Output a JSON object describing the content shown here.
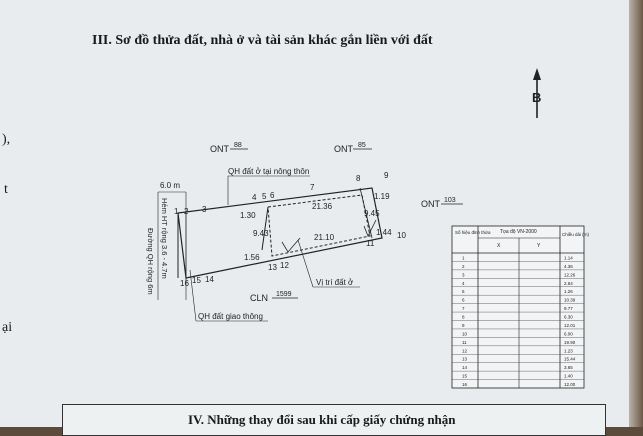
{
  "section3_title": "III. Sơ đồ thửa đất, nhà ở và tài sản khác gắn liền với đất",
  "section4_title": "IV. Những thay đổi sau khi cấp giấy chứng nhận",
  "margin_fragments": [
    "),",
    "t",
    "ại"
  ],
  "north_label": "B",
  "labels": {
    "ont88_prefix": "ONT",
    "ont88_num": "88",
    "ont85_prefix": "ONT",
    "ont85_num": "85",
    "ont103_prefix": "ONT",
    "ont103_num": "103",
    "cln_prefix": "CLN",
    "cln_num": "1599",
    "qh_rural": "QH đất ở tại nông thôn",
    "qh_traffic": "QH đất giao thông",
    "house_pos": "Vị trí đất ở",
    "width_label": "6.0 m",
    "alley": "Hẻm HT rộng 3.6 - 4.7m",
    "road": "Đường QH rộng 6m"
  },
  "dimensions": [
    "1.30",
    "9.43",
    "21.36",
    "1.19",
    "9.45",
    "21.10",
    "1.44",
    "1.56"
  ],
  "points": [
    "1",
    "2",
    "3",
    "4",
    "5",
    "6",
    "7",
    "8",
    "9",
    "10",
    "11",
    "12",
    "13",
    "14",
    "15",
    "16"
  ],
  "table": {
    "headers": [
      "Số hiệu đỉnh thửa",
      "Tọa độ VN-2000",
      "X",
      "Y",
      "Chiều dài (m)"
    ],
    "rows": [
      [
        "1",
        "",
        "",
        "1.14"
      ],
      [
        "2",
        "",
        "",
        "4.36"
      ],
      [
        "3",
        "",
        "",
        "12.26"
      ],
      [
        "4",
        "",
        "",
        "2.64"
      ],
      [
        "5",
        "",
        "",
        "1.26"
      ],
      [
        "6",
        "",
        "",
        "10.39"
      ],
      [
        "7",
        "",
        "",
        "9.77"
      ],
      [
        "8",
        "",
        "",
        "6.30"
      ],
      [
        "9",
        "",
        "",
        "12.01"
      ],
      [
        "10",
        "",
        "",
        "6.00"
      ],
      [
        "11",
        "",
        "",
        "19.90"
      ],
      [
        "12",
        "",
        "",
        "1.23"
      ],
      [
        "13",
        "",
        "",
        "15.44"
      ],
      [
        "14",
        "",
        "",
        "3.65"
      ],
      [
        "15",
        "",
        "",
        "1.40"
      ],
      [
        "16",
        "",
        "",
        "12.00"
      ]
    ]
  }
}
